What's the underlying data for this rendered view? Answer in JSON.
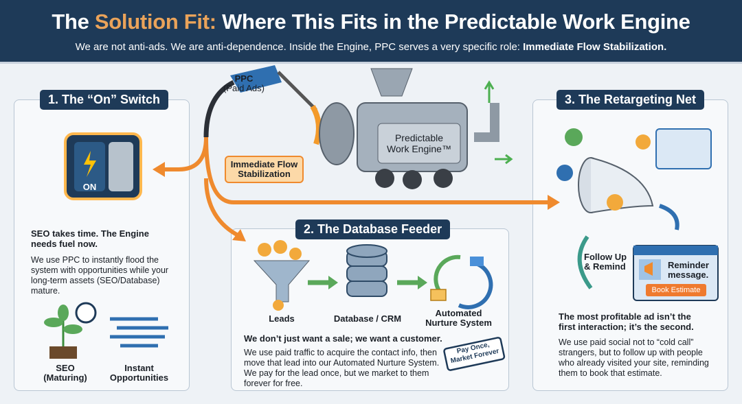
{
  "header": {
    "title_pre": "The ",
    "title_highlight": "Solution Fit:",
    "title_post": " Where This Fits in the Predictable Work Engine",
    "subtitle": "We are not anti-ads. We are anti-dependence. Inside the Engine, PPC serves a very specific role: ",
    "subtitle_bold": "Immediate Flow Stabilization."
  },
  "center": {
    "ppc_label": "PPC",
    "ppc_sub": "(Paid Ads)",
    "engine_line1": "Predictable",
    "engine_line2": "Work Engine™",
    "callout_line1": "Immediate Flow",
    "callout_line2": "Stabilization"
  },
  "panel1": {
    "title": "1. The “On” Switch",
    "switch_label": "ON",
    "heading": "SEO takes time. The Engine needs fuel now.",
    "body": "We use PPC to instantly flood the system with opportunities while your long-term assets (SEO/Database) mature.",
    "seo_label": "SEO (Maturing)",
    "instant_label": "Instant Opportunities"
  },
  "panel2": {
    "title": "2. The Database Feeder",
    "leads_label": "Leads",
    "db_label": "Database / CRM",
    "nurture_label": "Automated Nurture System",
    "heading": "We don’t just want a sale; we want a customer.",
    "body": "We use paid traffic to acquire the contact info, then move that lead into our Automated Nurture System. We pay for the lead once, but we market to them forever for free.",
    "stamp": "Pay Once, Market Forever"
  },
  "panel3": {
    "title": "3. The Retargeting Net",
    "follow_label": "Follow Up & Remind",
    "reminder_text": "Reminder message.",
    "book_button": "Book Estimate",
    "heading": "The most profitable ad isn’t the first interaction; it’s the second.",
    "body": "We use paid social not to “cold call” strangers, but to follow up with people who already visited your site, reminding them to book that estimate."
  },
  "colors": {
    "navy": "#1e3a58",
    "orange": "#eaa35a",
    "green": "#5aa85a"
  }
}
